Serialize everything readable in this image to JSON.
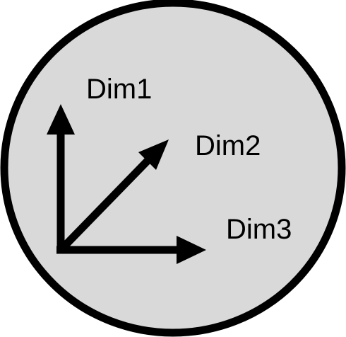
{
  "diagram": {
    "background_color": "#d9d9d9",
    "outline_color": "#000000",
    "arrow_color": "#000000",
    "axes": [
      {
        "name": "dim1",
        "label": "Dim1"
      },
      {
        "name": "dim2",
        "label": "Dim2"
      },
      {
        "name": "dim3",
        "label": "Dim3"
      }
    ]
  }
}
